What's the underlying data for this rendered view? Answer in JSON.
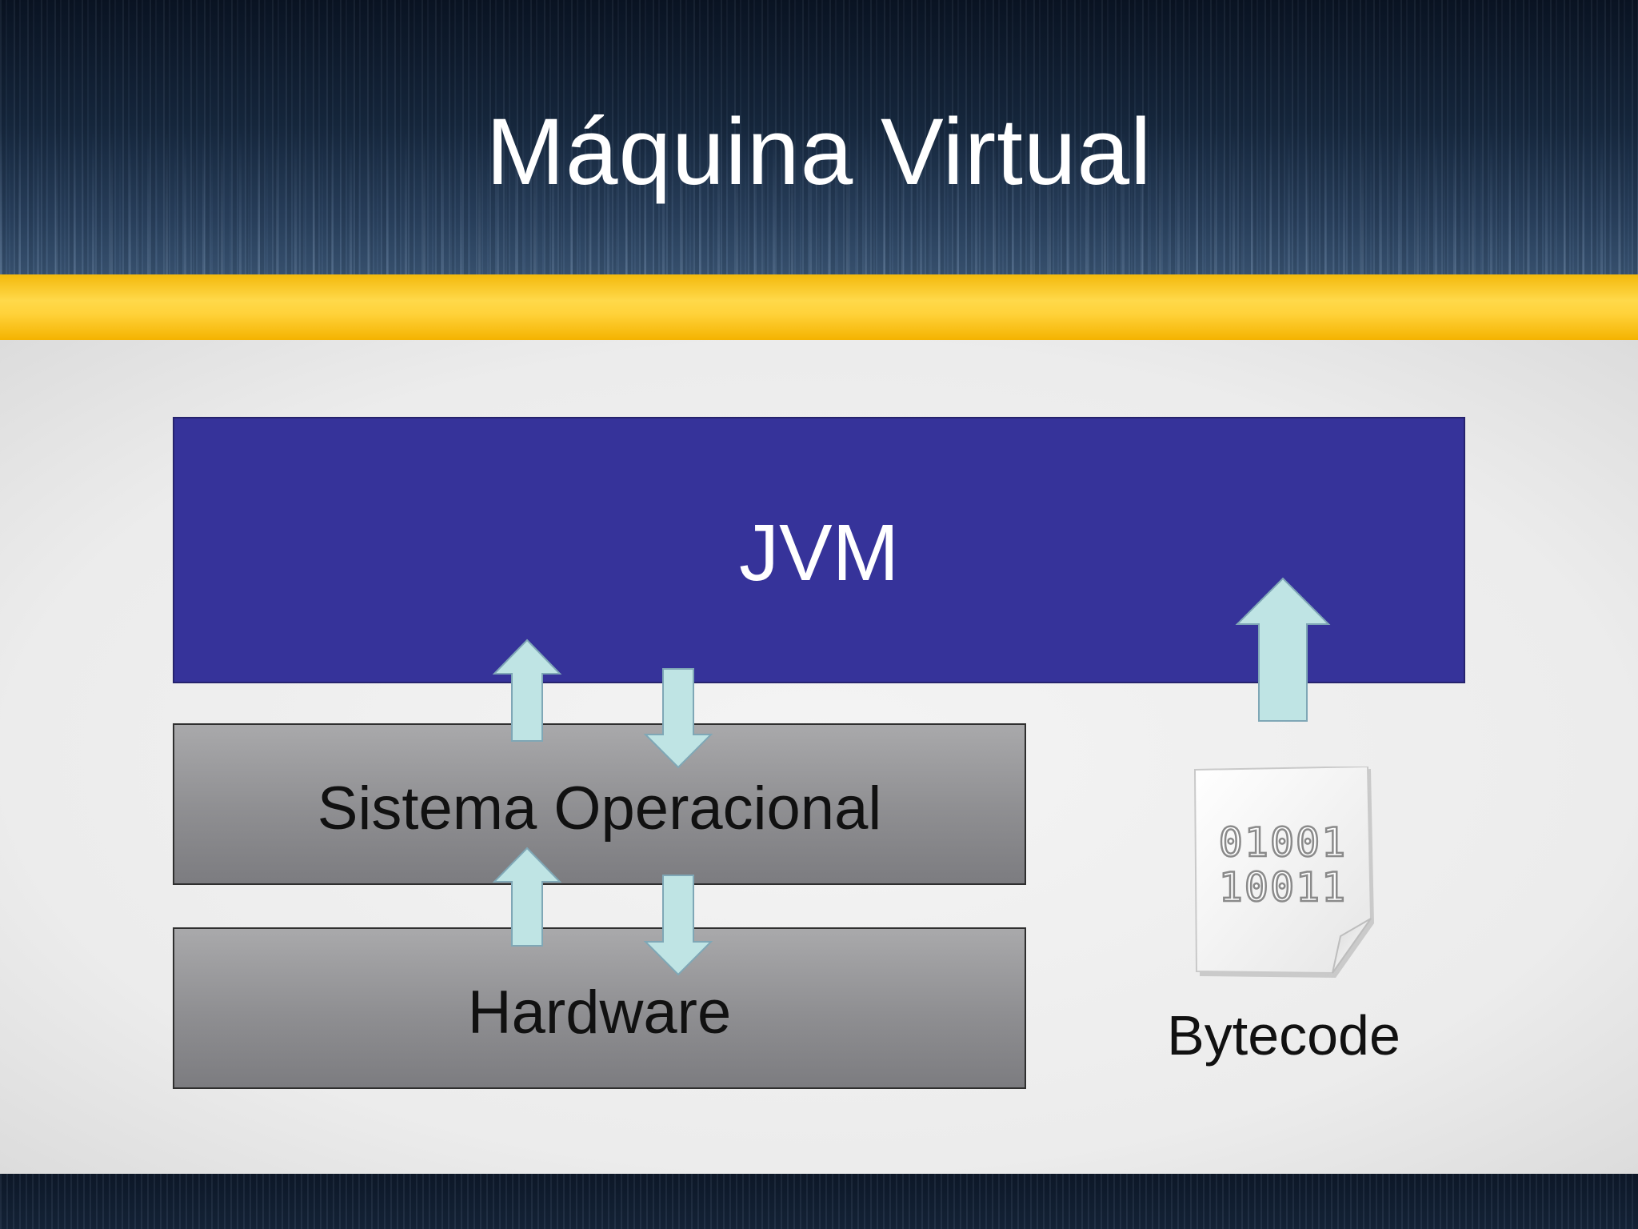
{
  "slide": {
    "title": "Máquina Virtual"
  },
  "diagram": {
    "jvm_label": "JVM",
    "os_label": "Sistema Operacional",
    "hardware_label": "Hardware",
    "bytecode_label": "Bytecode",
    "bytecode_bits_line1": "01001",
    "bytecode_bits_line2": "10011"
  },
  "colors": {
    "jvm": "#36339a",
    "arrow_fill": "#bfe4e4",
    "accent_band": "#ffd23a",
    "layer_gray": "#8e8e91"
  },
  "icons": [
    "up-arrow-icon",
    "down-arrow-icon",
    "binary-document-icon"
  ]
}
